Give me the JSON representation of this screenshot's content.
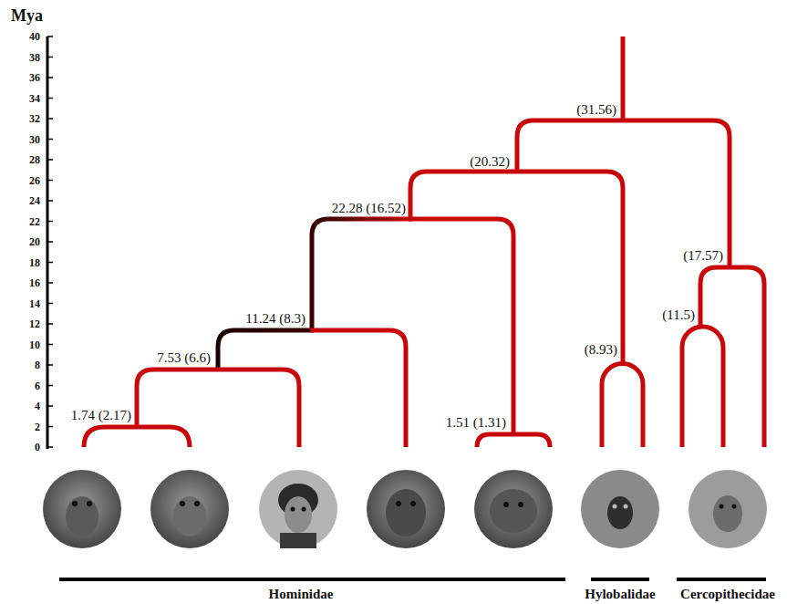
{
  "diagram": {
    "labels": [
      "Mya",
      "40",
      "38",
      "36",
      "34",
      "32",
      "30",
      "28",
      "26",
      "24",
      "22",
      "20",
      "18",
      "16",
      "14",
      "12",
      "10",
      "8",
      "6",
      "4",
      "2",
      "0",
      "(31.56)",
      "(20.32)",
      "22.28 (16.52)",
      "11.24 (8.3)",
      "7.53 (6.6)",
      "1.74 (2.17)",
      "1.51 (1.31)",
      "(8.93)",
      "(17.57)",
      "(11.5)",
      "Hominidae",
      "Hylobalidae",
      "Cercopithecidae"
    ]
  }
}
